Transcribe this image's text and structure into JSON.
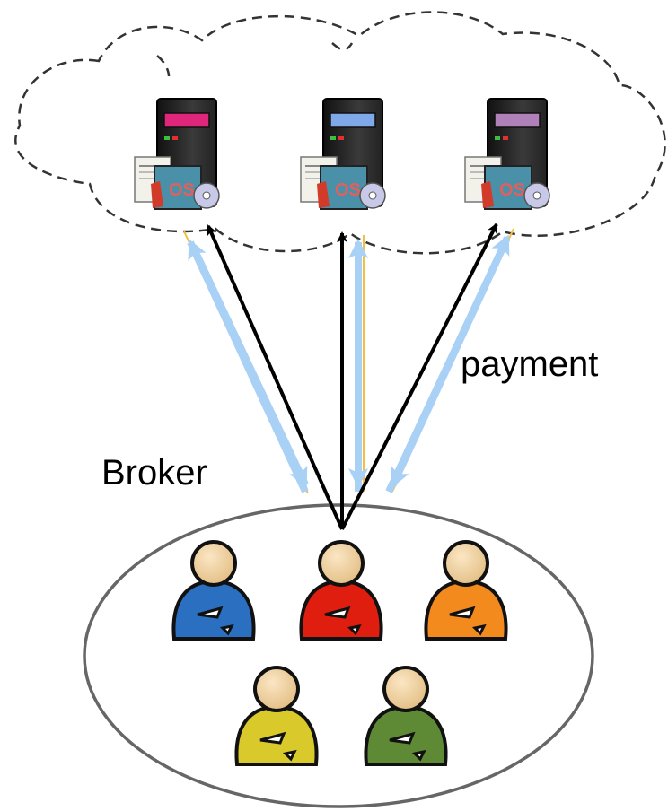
{
  "labels": {
    "payment": "payment",
    "broker": "Broker"
  },
  "servers": [
    {
      "name": "server-left",
      "screen_color": "#e0267a"
    },
    {
      "name": "server-middle",
      "screen_color": "#7fa8e8"
    },
    {
      "name": "server-right",
      "screen_color": "#b080b8"
    }
  ],
  "users": [
    {
      "name": "user-blue",
      "color": "#2a6fc0"
    },
    {
      "name": "user-red",
      "color": "#e01e10"
    },
    {
      "name": "user-orange",
      "color": "#f28a1e"
    },
    {
      "name": "user-yellow",
      "color": "#d9c92a"
    },
    {
      "name": "user-green",
      "color": "#5f8a35"
    }
  ],
  "colors": {
    "payment_arrow": "#a9d0f5",
    "payment_arrow_edge": "#f0c040",
    "request_arrow": "#000000",
    "cloud_border": "#333333",
    "group_border": "#666666"
  }
}
